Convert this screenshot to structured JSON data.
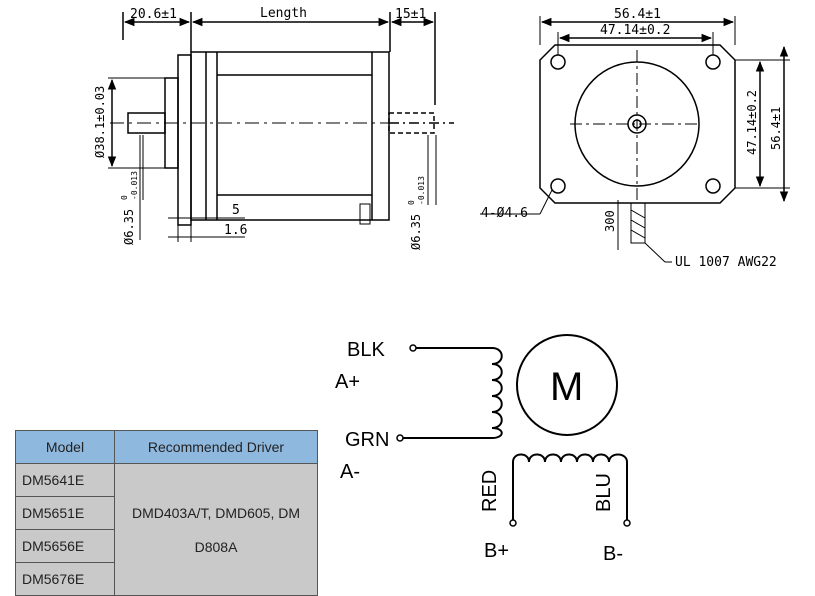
{
  "drawing": {
    "side_view": {
      "dim_flange": "20.6±1",
      "dim_length": "Length",
      "dim_rear": "15±1",
      "dim_boss_diameter": "Ø38.1±0.03",
      "dim_shaft_diameter": "Ø6.35",
      "dim_shaft_tolerance": "0",
      "dim_shaft_tolerance_low": "-0.013",
      "dim_rear_shaft_diameter": "Ø6.35",
      "dim_rear_shaft_tolerance": "0",
      "dim_rear_shaft_tolerance_low": "-0.013",
      "dim_5": "5",
      "dim_1_6": "1.6"
    },
    "front_view": {
      "dim_width_outer": "56.4±1",
      "dim_width_holes": "47.14±0.2",
      "dim_height_holes": "47.14±0.2",
      "dim_height_outer": "56.4±1",
      "holes": "4-Ø4.6",
      "lead_length": "300",
      "cable_spec": "UL 1007 AWG22"
    }
  },
  "wiring": {
    "motor_label": "M",
    "wire_blk": "BLK",
    "phase_a_plus": "A+",
    "wire_grn": "GRN",
    "phase_a_minus": "A-",
    "wire_red": "RED",
    "wire_blu": "BLU",
    "phase_b_plus": "B+",
    "phase_b_minus": "B-"
  },
  "table": {
    "headers": [
      "Model",
      "Recommended Driver"
    ],
    "models": [
      "DM5641E",
      "DM5651E",
      "DM5656E",
      "DM5676E"
    ],
    "driver": "DMD403A/T, DMD605, DM D808A"
  }
}
